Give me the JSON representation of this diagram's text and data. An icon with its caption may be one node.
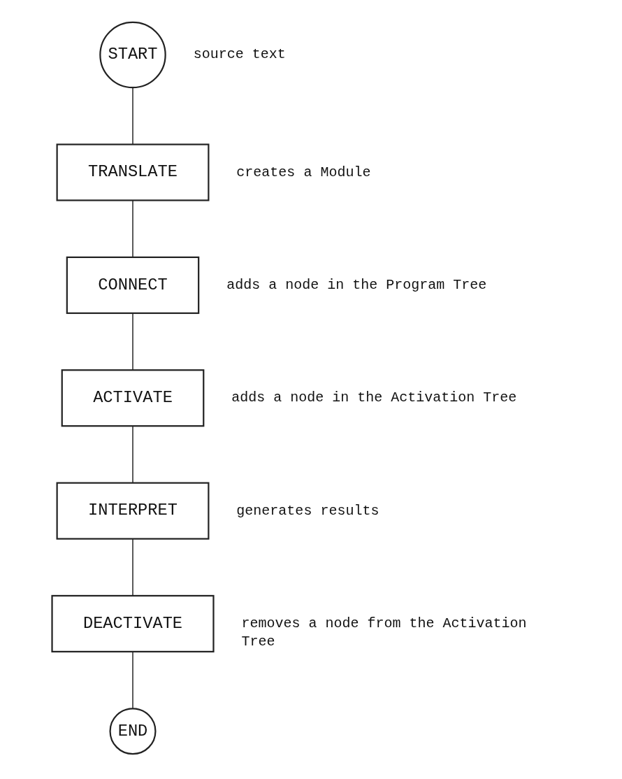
{
  "diagram": {
    "nodes": [
      {
        "text": [
          "START"
        ],
        "beside": [
          "source text"
        ]
      },
      {
        "text": [
          "TRANSLATE"
        ],
        "beside": [
          "creates a Module"
        ]
      },
      {
        "text": [
          "CONNECT"
        ],
        "beside": [
          "adds a node in the Program Tree"
        ]
      },
      {
        "text": [
          "ACTIVATE"
        ],
        "beside": [
          "adds a node in the Activation Tree"
        ]
      },
      {
        "text": [
          "INTERPRET"
        ],
        "beside": [
          "generates results"
        ]
      },
      {
        "text": [
          "DEACTIVATE"
        ],
        "beside": [
          "removes a node from the Activation Tree"
        ]
      },
      {
        "text": [
          "END"
        ]
      }
    ],
    "edges": [
      {
        "from": 0,
        "to": 1,
        "arrow": "none"
      },
      {
        "from": 1,
        "to": 2,
        "arrow": "none"
      },
      {
        "from": 2,
        "to": 3,
        "arrow": "none"
      },
      {
        "from": 3,
        "to": 4,
        "arrow": "none"
      },
      {
        "from": 4,
        "to": 5,
        "arrow": "none"
      },
      {
        "from": 5,
        "to": 6,
        "arrow": "none"
      }
    ]
  }
}
